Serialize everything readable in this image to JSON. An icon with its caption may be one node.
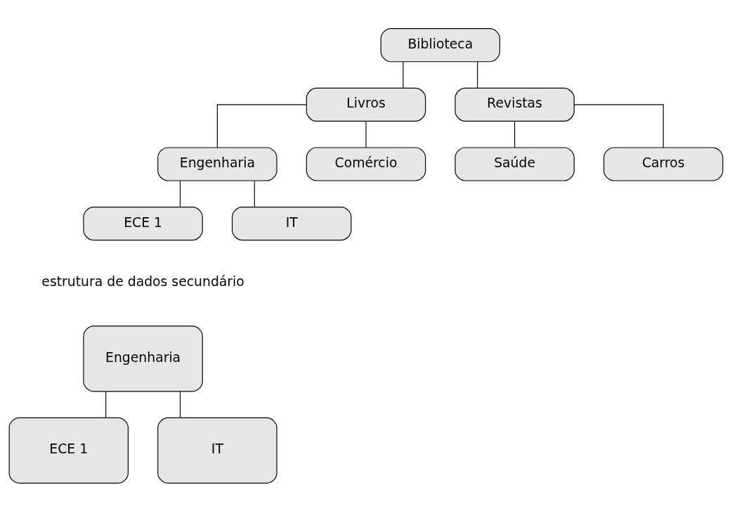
{
  "diagram": {
    "nodes": [
      {
        "text": [
          "Biblioteca"
        ]
      },
      {
        "text": [
          "Livros"
        ]
      },
      {
        "text": [
          "Revistas"
        ]
      },
      {
        "text": [
          "Engenharia"
        ]
      },
      {
        "text": [
          "Comércio"
        ]
      },
      {
        "text": [
          "Saúde"
        ]
      },
      {
        "text": [
          "Carros"
        ]
      },
      {
        "text": [
          "ECE 1"
        ]
      },
      {
        "text": [
          "IT"
        ]
      },
      {
        "text": [
          "Engenharia"
        ]
      },
      {
        "text": [
          "ECE 1"
        ]
      },
      {
        "text": [
          "IT"
        ]
      }
    ],
    "edges": [
      {
        "from": 0,
        "to": 1,
        "arrow": "none"
      },
      {
        "from": 0,
        "to": 2,
        "arrow": "none"
      },
      {
        "from": 1,
        "to": 3,
        "arrow": "none"
      },
      {
        "from": 1,
        "to": 4,
        "arrow": "none"
      },
      {
        "from": 2,
        "to": 5,
        "arrow": "none"
      },
      {
        "from": 2,
        "to": 6,
        "arrow": "none"
      },
      {
        "from": 3,
        "to": 7,
        "arrow": "none"
      },
      {
        "from": 3,
        "to": 8,
        "arrow": "none"
      },
      {
        "from": 9,
        "to": 10,
        "arrow": "none"
      },
      {
        "from": 9,
        "to": 11,
        "arrow": "none"
      }
    ],
    "labels": [
      "estrutura de dados secundário"
    ]
  }
}
